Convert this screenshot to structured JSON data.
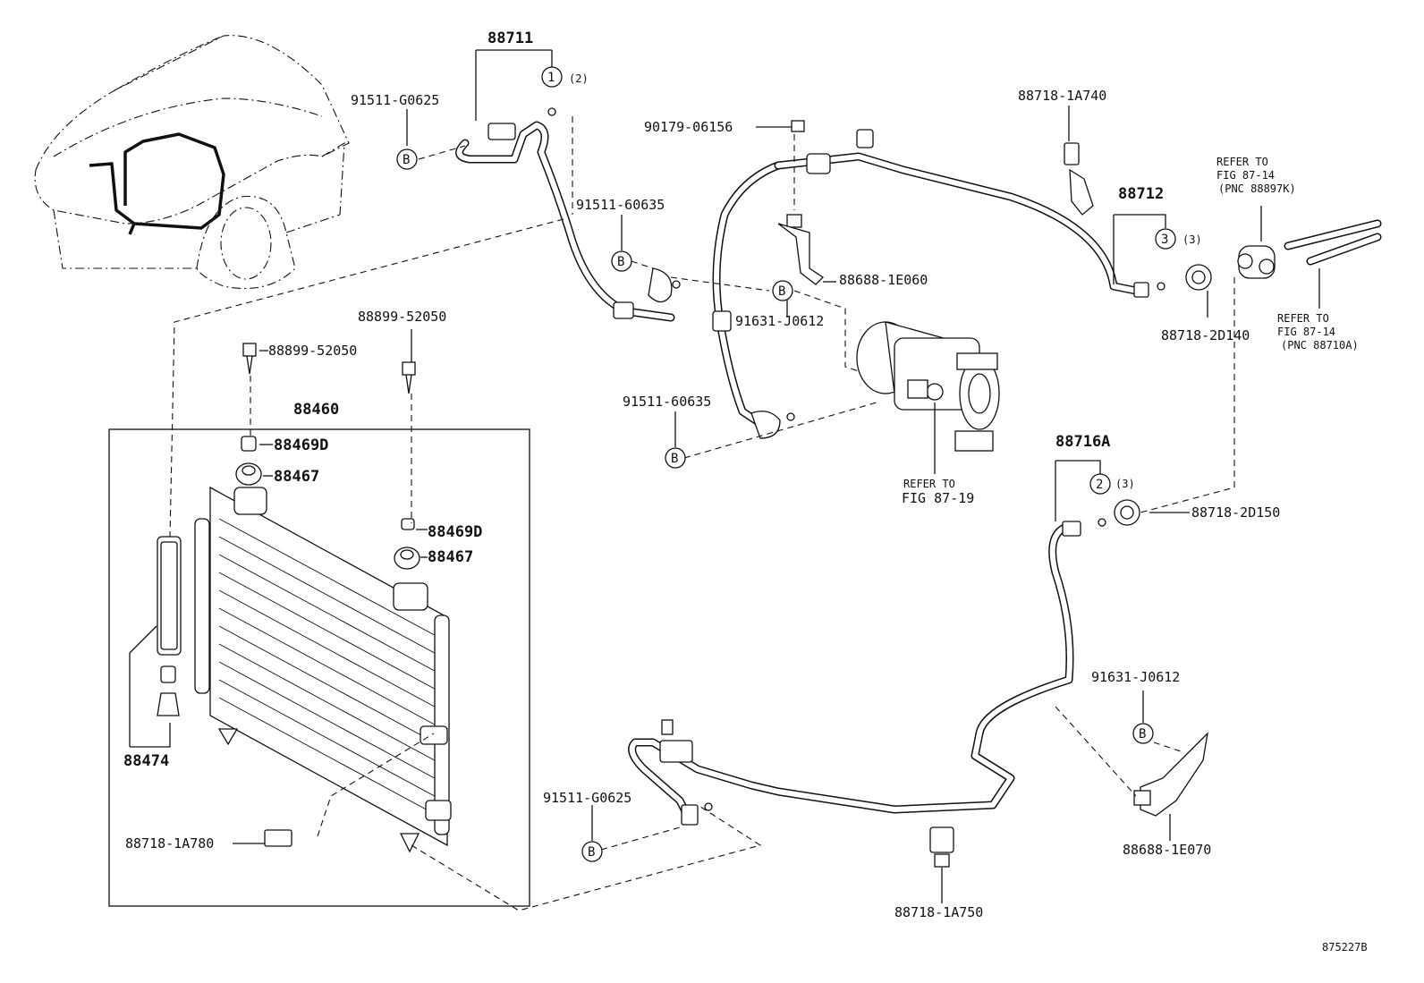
{
  "labels": {
    "p88711": "88711",
    "circle1": "1",
    "circle1_qty": "(2)",
    "p91511_g0625_top": "91511-G0625",
    "b_top_left": "B",
    "p90179": "90179-06156",
    "p91511_60635_a": "91511-60635",
    "b_mid_left": "B",
    "p88718_1a740": "88718-1A740",
    "p88712": "88712",
    "circle3": "3",
    "circle3_qty": "(3)",
    "refer_top_1": "REFER TO",
    "refer_top_2": "FIG 87-14",
    "refer_top_3": "(PNC 88897K)",
    "refer_mid_1": "REFER TO",
    "refer_mid_2": "FIG 87-14",
    "refer_mid_3": "(PNC 88710A)",
    "p88718_2d140": "88718-2D140",
    "p88688_1e060": "88688-1E060",
    "b_center": "B",
    "p91631_j0612_a": "91631-J0612",
    "p88899_52050_top": "88899-52050",
    "p88899_52050_left": "88899-52050",
    "p88460": "88460",
    "p88469d_a": "88469D",
    "p88467_a": "88467",
    "p88469d_b": "88469D",
    "p88467_b": "88467",
    "p91511_60635_b": "91511-60635",
    "b_lower_left": "B",
    "refer_comp_1": "REFER TO",
    "refer_comp_2": "FIG 87-19",
    "p88716a": "88716A",
    "circle2": "2",
    "circle2_qty": "(3)",
    "p88718_2d150": "88718-2D150",
    "p88474": "88474",
    "p91631_j0612_b": "91631-J0612",
    "b_right": "B",
    "p91511_g0625_bottom": "91511-G0625",
    "b_bottom": "B",
    "p88718_1a780": "88718-1A780",
    "p88688_1e070": "88688-1E070",
    "p88718_1a750": "88718-1A750",
    "figure_code": "875227B"
  },
  "colors": {
    "line": "#111111",
    "background": "#ffffff"
  }
}
